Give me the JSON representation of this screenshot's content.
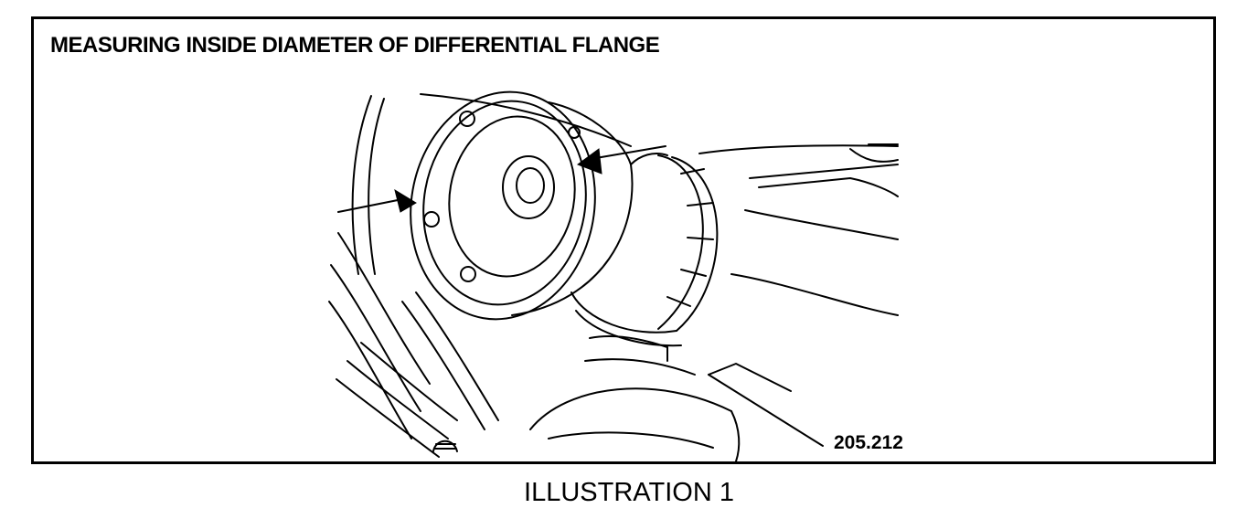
{
  "figure": {
    "title": "MEASURING INSIDE DIAMETER OF DIFFERENTIAL FLANGE",
    "reference_number": "205.212",
    "caption": "ILLUSTRATION 1"
  }
}
